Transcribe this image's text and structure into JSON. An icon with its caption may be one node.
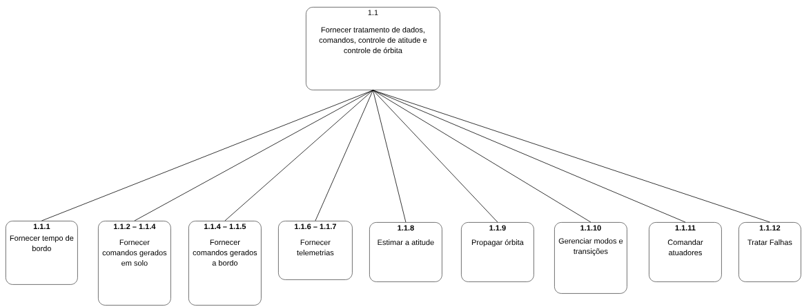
{
  "diagram": {
    "nodes": [
      {
        "text": [
          "1.1",
          "Fornecer tratamento de dados, comandos, controle de atitude e controle de órbita"
        ]
      },
      {
        "text": [
          "1.1.1",
          "Fornecer tempo de bordo"
        ]
      },
      {
        "text": [
          "1.1.2 – 1.1.4",
          "Fornecer comandos gerados em solo"
        ]
      },
      {
        "text": [
          "1.1.4 – 1.1.5",
          "Fornecer comandos gerados a bordo"
        ]
      },
      {
        "text": [
          "1.1.6 – 1.1.7",
          "Fornecer telemetrias"
        ]
      },
      {
        "text": [
          "1.1.8",
          "Estimar a atitude"
        ]
      },
      {
        "text": [
          "1.1.9",
          "Propagar órbita"
        ]
      },
      {
        "text": [
          "1.1.10",
          "Gerenciar modos e transições"
        ]
      },
      {
        "text": [
          "1.1.11",
          "Comandar atuadores"
        ]
      },
      {
        "text": [
          "1.1.12",
          "Tratar Falhas"
        ]
      }
    ],
    "edges": [
      {
        "from": 0,
        "to": 1,
        "arrow": "none"
      },
      {
        "from": 0,
        "to": 2,
        "arrow": "none"
      },
      {
        "from": 0,
        "to": 3,
        "arrow": "none"
      },
      {
        "from": 0,
        "to": 4,
        "arrow": "none"
      },
      {
        "from": 0,
        "to": 5,
        "arrow": "none"
      },
      {
        "from": 0,
        "to": 6,
        "arrow": "none"
      },
      {
        "from": 0,
        "to": 7,
        "arrow": "none"
      },
      {
        "from": 0,
        "to": 8,
        "arrow": "none"
      },
      {
        "from": 0,
        "to": 9,
        "arrow": "none"
      }
    ]
  }
}
